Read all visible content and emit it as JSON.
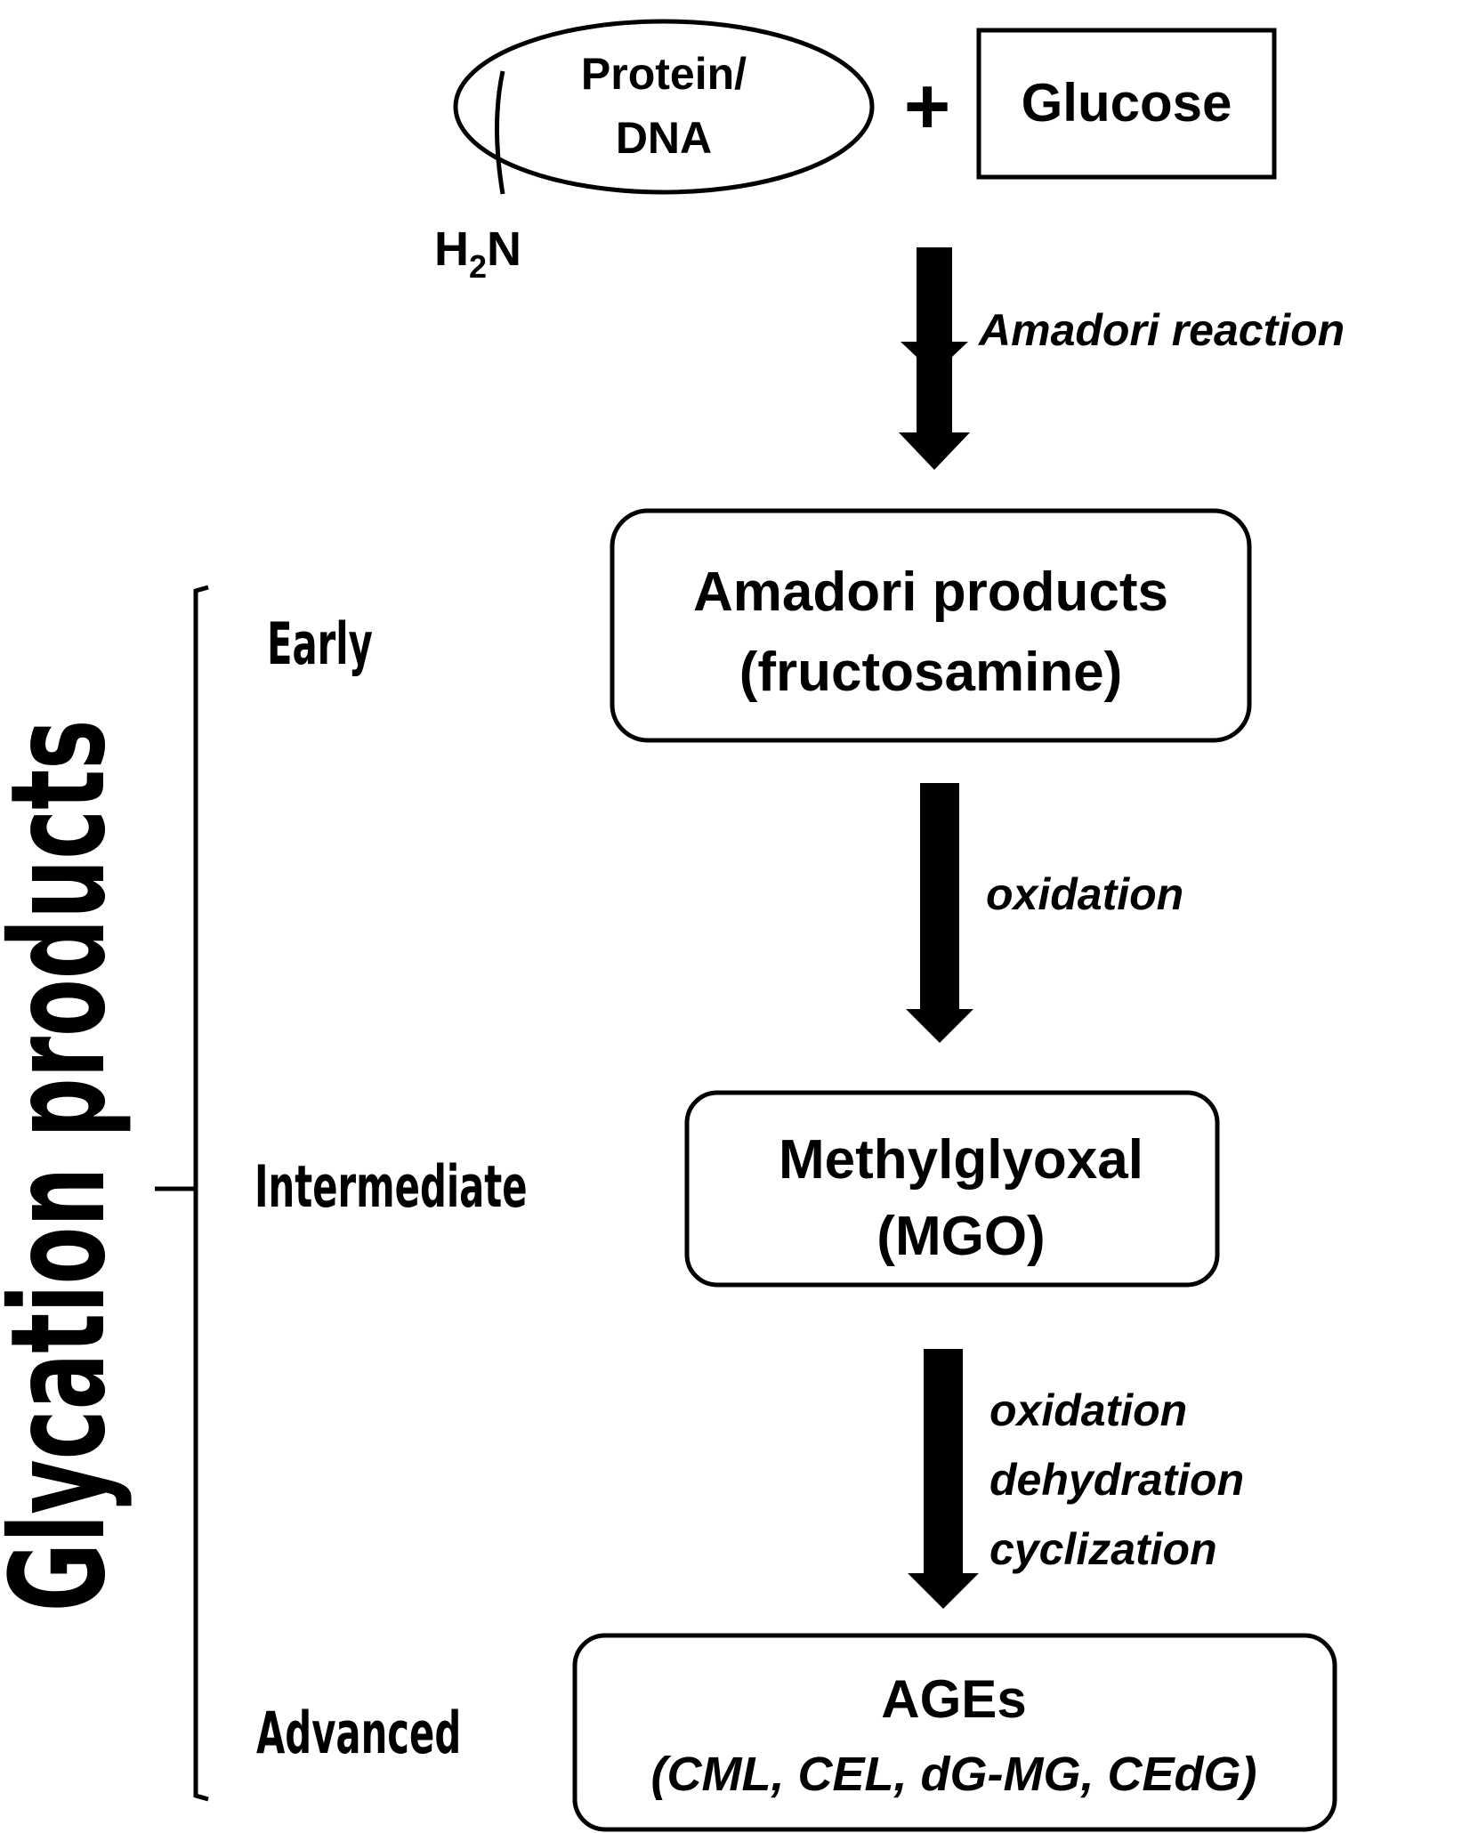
{
  "reactants": {
    "molecule": {
      "line1": "Protein/",
      "line2": "DNA",
      "amine_h": "H",
      "amine_sub": "2",
      "amine_n": "N"
    },
    "plus": "+",
    "glucose": "Glucose"
  },
  "steps": [
    {
      "label_lines": [
        "Amadori  reaction"
      ]
    },
    {
      "label_lines": [
        "oxidation"
      ]
    },
    {
      "label_lines": [
        "oxidation",
        "dehydration",
        "cyclization"
      ]
    }
  ],
  "products": [
    {
      "line1": "Amadori products",
      "line2": "(fructosamine)"
    },
    {
      "line1": "Methylglyoxal",
      "line2": "(MGO)"
    },
    {
      "line1": "AGEs",
      "line2": "(CML, CEL, dG-MG, CEdG)"
    }
  ],
  "stages": {
    "title": "Glycation products",
    "early": "Early",
    "intermediate": "Intermediate",
    "advanced": "Advanced"
  },
  "colors": {
    "ink": "#000000",
    "background": "#ffffff"
  }
}
